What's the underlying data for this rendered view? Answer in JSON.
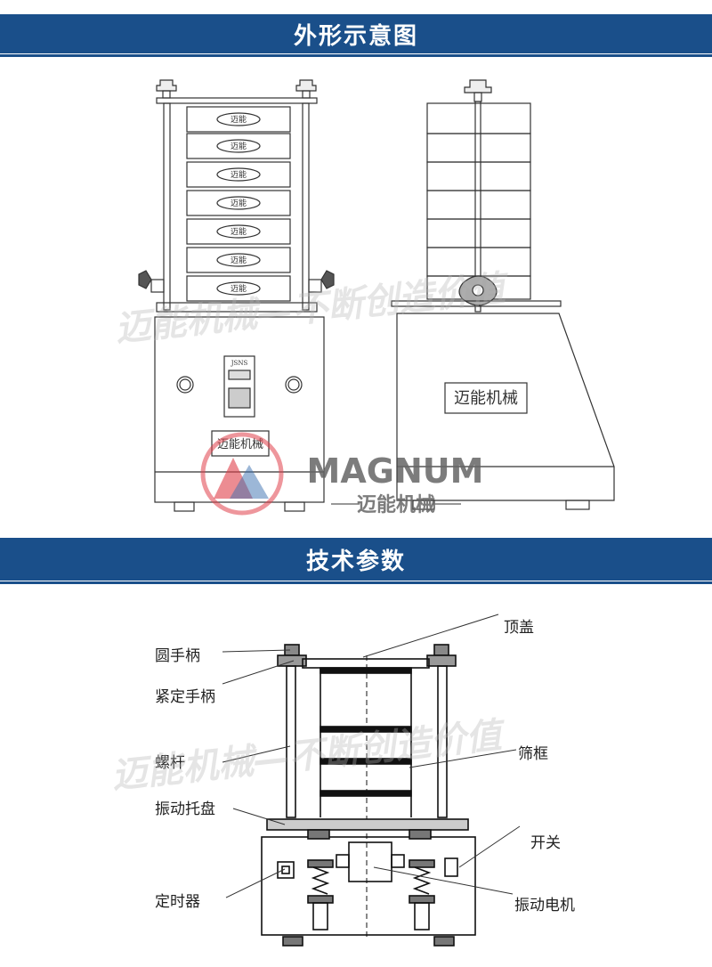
{
  "section1": {
    "title": "外形示意图"
  },
  "section2": {
    "title": "技术参数"
  },
  "front_view": {
    "tray_label": "迈能",
    "controller_brand": "JSNS",
    "nameplate": "迈能机械"
  },
  "side_view": {
    "nameplate": "迈能机械"
  },
  "logo": {
    "name": "MAGNUM",
    "subtitle": "迈能机械"
  },
  "watermark": {
    "text": "迈能机械—不断创造价值"
  },
  "labels": {
    "round_handle": "圆手柄",
    "top_cover": "顶盖",
    "lock_handle": "紧定手柄",
    "screw_rod": "螺杆",
    "sieve_frame": "筛框",
    "vibration_tray": "振动托盘",
    "switch": "开关",
    "timer": "定时器",
    "vibration_motor": "振动电机"
  },
  "colors": {
    "band": "#1a4f8a",
    "logo_red": "#e0404a",
    "logo_blue": "#3a6fb0",
    "logo_gray": "#666666"
  }
}
